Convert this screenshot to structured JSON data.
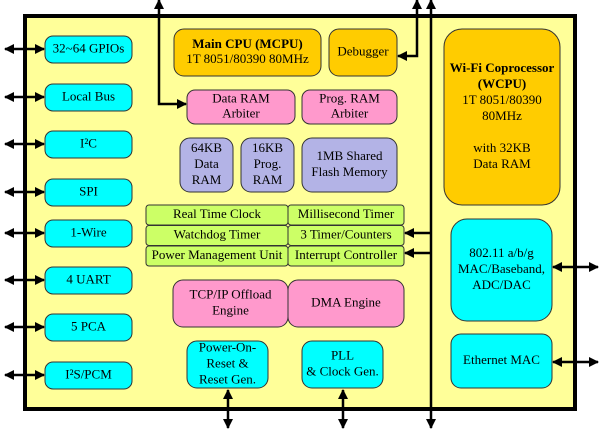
{
  "colors": {
    "chip_fill": "#ffff99",
    "io": "#00ffff",
    "cpu": "#ffcc00",
    "arbiter": "#ff99cc",
    "memory": "#b3b3e6",
    "timer": "#ccff66",
    "engine": "#ff99cc"
  },
  "left_io": [
    "32~64 GPIOs",
    "Local Bus",
    "I²C",
    "SPI",
    "1-Wire",
    "4 UART",
    "5  PCA",
    "I²S/PCM"
  ],
  "main_cpu": {
    "title": "Main CPU (MCPU)",
    "subtitle": "1T 8051/80390 80MHz"
  },
  "debugger": "Debugger",
  "data_ram_arbiter": [
    "Data RAM",
    "Arbiter"
  ],
  "prog_ram_arbiter": [
    "Prog. RAM",
    "Arbiter"
  ],
  "data_ram": [
    "64KB",
    "Data",
    "RAM"
  ],
  "prog_ram": [
    "16KB",
    "Prog.",
    "RAM"
  ],
  "flash": [
    "1MB Shared",
    "Flash Memory"
  ],
  "peripherals": [
    [
      "Real Time Clock",
      "Millisecond Timer"
    ],
    [
      "Watchdog Timer",
      "3 Timer/Counters"
    ],
    [
      "Power Management Unit",
      "Interrupt Controller"
    ]
  ],
  "tcpip": [
    "TCP/IP Offload",
    "Engine"
  ],
  "dma": "DMA Engine",
  "por": [
    "Power-On-",
    "Reset &",
    "Reset Gen."
  ],
  "pll": [
    "PLL",
    "& Clock Gen."
  ],
  "wcpu": {
    "title": [
      "Wi-Fi Coprocessor",
      "(WCPU)"
    ],
    "cpu": [
      "1T 8051/80390",
      "80MHz"
    ],
    "ram": [
      "with 32KB",
      "Data RAM"
    ]
  },
  "wifi_mac": [
    "802.11 a/b/g",
    "MAC/Baseband,",
    "ADC/DAC"
  ],
  "ethernet": "Ethernet MAC"
}
